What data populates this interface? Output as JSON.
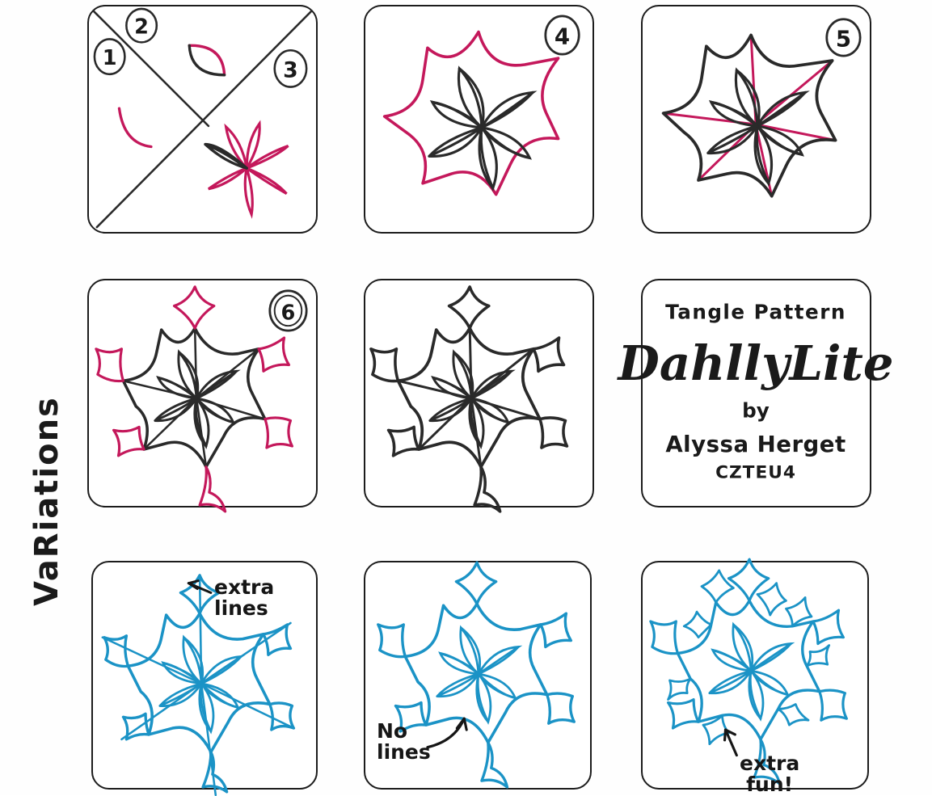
{
  "page": {
    "background_color": "#fefefe",
    "ink_black": "#2a2a2a",
    "ink_pink": "#c4185b",
    "ink_blue": "#1b93c6",
    "variations_label": "VaRiations"
  },
  "title_card": {
    "line_above": "Tangle Pattern",
    "pattern_name": "DahllyLite",
    "by_word": "by",
    "artist": "Alyssa Herget",
    "czt_code": "CZTEU4"
  },
  "tiles": [
    {
      "id": "step-1-2-3",
      "row": 1,
      "col": 1,
      "step_labels": [
        "1",
        "2",
        "3"
      ],
      "ink_colors": [
        "#2a2a2a",
        "#c4185b"
      ],
      "description": "Tile divided by two diagonal lines; a pink arc, a pink-and-black leaf petal, and a six petal flower"
    },
    {
      "id": "step-4",
      "row": 1,
      "col": 2,
      "step_labels": [
        "4"
      ],
      "ink_colors": [
        "#2a2a2a",
        "#c4185b"
      ],
      "description": "Six petal black flower enclosed by a pink six pointed concave star"
    },
    {
      "id": "step-5",
      "row": 1,
      "col": 3,
      "step_labels": [
        "5"
      ],
      "ink_colors": [
        "#2a2a2a",
        "#c4185b"
      ],
      "description": "Star outline inked black with pink radial lines from center to each point"
    },
    {
      "id": "step-6",
      "row": 2,
      "col": 1,
      "step_labels": [
        "6"
      ],
      "ink_colors": [
        "#2a2a2a",
        "#c4185b"
      ],
      "description": "Pink concave diamonds added beyond each of the six star points"
    },
    {
      "id": "completed",
      "row": 2,
      "col": 2,
      "step_labels": [],
      "ink_colors": [
        "#2a2a2a"
      ],
      "description": "Finished DahllyLite motif drawn entirely in black"
    },
    {
      "id": "title-card",
      "row": 2,
      "col": 3,
      "step_labels": [],
      "ink_colors": [
        "#2a2a2a"
      ],
      "description": "Hand lettered title card"
    },
    {
      "id": "variation-1",
      "row": 3,
      "col": 1,
      "step_labels": [],
      "ink_colors": [
        "#1b93c6"
      ],
      "annotation": "extra\nlines",
      "description": "Blue motif with radial lines continued through the outer diamonds"
    },
    {
      "id": "variation-2",
      "row": 3,
      "col": 2,
      "step_labels": [],
      "ink_colors": [
        "#1b93c6"
      ],
      "annotation": "No\nlines",
      "description": "Blue motif drawn without the radial lines"
    },
    {
      "id": "variation-3",
      "row": 3,
      "col": 3,
      "step_labels": [],
      "ink_colors": [
        "#1b93c6"
      ],
      "annotation": "extra\nfun!",
      "description": "Blue motif with additional small diamonds filling the gaps"
    }
  ]
}
